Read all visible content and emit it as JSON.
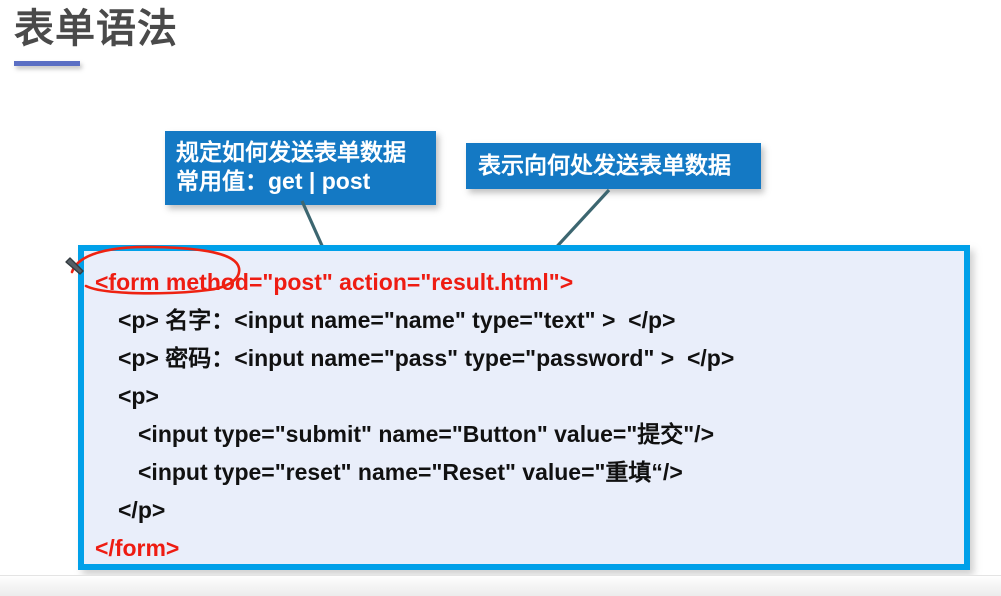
{
  "slide": {
    "title": "表单语法",
    "accent_color": "#5b6fc4",
    "title_color": "#4a4a4a",
    "background": "#ffffff"
  },
  "callouts": [
    {
      "name": "method-callout",
      "lines": [
        "规定如何发送表单数据",
        "常用值：get  | post"
      ],
      "background": "#1479c4",
      "text_color": "#ffffff",
      "points_to": "post"
    },
    {
      "name": "action-callout",
      "lines": [
        "表示向何处发送表单数据"
      ],
      "background": "#1479c4",
      "text_color": "#ffffff",
      "points_to": "result.html"
    }
  ],
  "arrows": {
    "color": "#3c6670",
    "count": 2
  },
  "code_box": {
    "background": "#e9eefa",
    "border_color": "#00a0e9",
    "red_color": "#ee1c12",
    "black_color": "#111111",
    "lines": [
      {
        "indent": 0,
        "color": "red",
        "text": "<form method=\"post\" action=\"result.html\">"
      },
      {
        "indent": 1,
        "color": "black",
        "text": "<p> 名字：<input name=\"name\" type=\"text\" >  </p>"
      },
      {
        "indent": 1,
        "color": "black",
        "text": "<p> 密码：<input name=\"pass\" type=\"password\" >  </p>"
      },
      {
        "indent": 1,
        "color": "black",
        "text": "<p>"
      },
      {
        "indent": 2,
        "color": "black",
        "text": "<input type=\"submit\" name=\"Button\" value=\"提交\"/>"
      },
      {
        "indent": 2,
        "color": "black",
        "text": "<input type=\"reset\" name=\"Reset\" value=\"重填“/>"
      },
      {
        "indent": 1,
        "color": "black",
        "text": "</p>"
      },
      {
        "indent": 0,
        "color": "red",
        "text": "</form>"
      }
    ]
  },
  "annotation": {
    "name": "handdrawn-circle",
    "color": "#ee2211",
    "encircles": "<form",
    "cursor": "pen-cursor"
  }
}
